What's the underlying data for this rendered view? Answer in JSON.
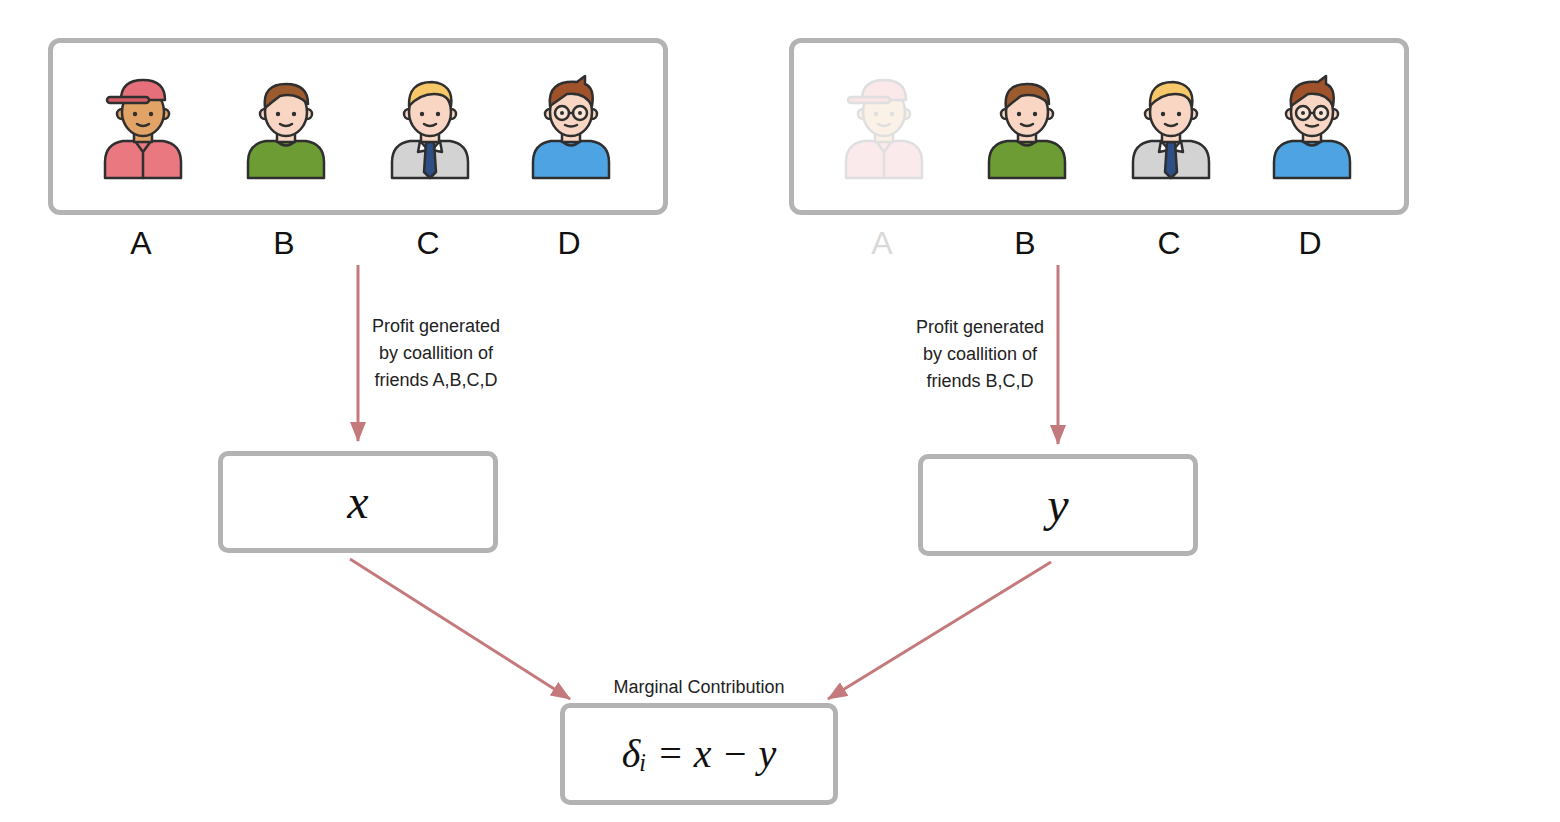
{
  "diagram": {
    "nodes": [
      {
        "text": [
          "A",
          "B",
          "C",
          "D"
        ]
      },
      {
        "text": [
          "A",
          "B",
          "C",
          "D"
        ]
      },
      {
        "text": [
          "x"
        ]
      },
      {
        "text": [
          "y"
        ]
      },
      {
        "text": [
          "Marginal Contribution",
          "δᵢ = x − y"
        ]
      }
    ],
    "edges": [
      {
        "from": 0,
        "to": 2,
        "arrow": "to",
        "label": "Profit generated by coallition of friends A,B,C,D"
      },
      {
        "from": 1,
        "to": 3,
        "arrow": "to",
        "label": "Profit generated by coallition of friends B,C,D"
      },
      {
        "from": 2,
        "to": 4,
        "arrow": "to"
      },
      {
        "from": 3,
        "to": 4,
        "arrow": "to"
      }
    ]
  }
}
